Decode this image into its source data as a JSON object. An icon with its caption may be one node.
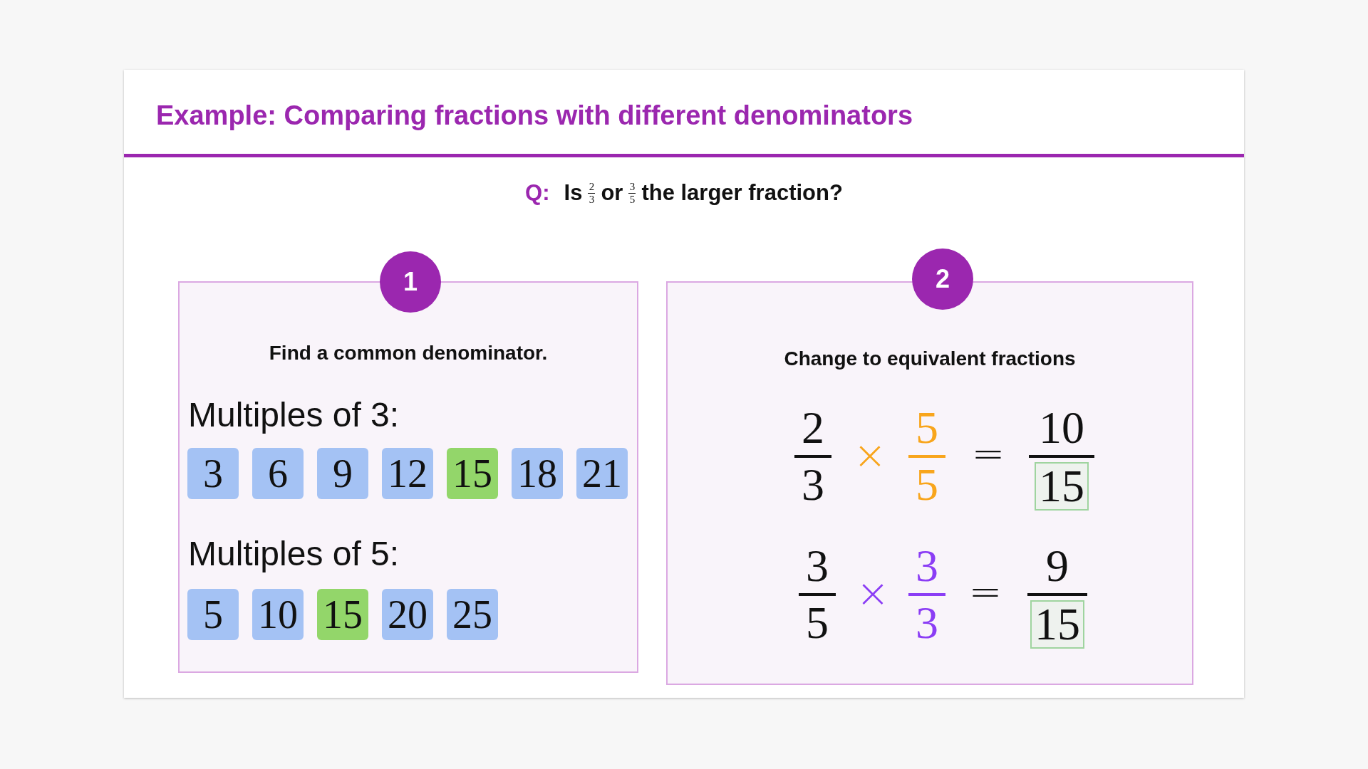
{
  "diagram": {
    "title": "Example: Comparing fractions with different denominators",
    "nodes": [
      {
        "text": [
          "Find a common denominator.",
          "Multiples of 3:",
          "Multiples of 5:"
        ]
      },
      {
        "text": [
          "1"
        ]
      },
      {
        "text": [
          "3"
        ],
        "in": 0
      },
      {
        "text": [
          "6"
        ],
        "in": 0
      },
      {
        "text": [
          "9"
        ],
        "in": 0
      },
      {
        "text": [
          "12"
        ],
        "in": 0
      },
      {
        "text": [
          "15"
        ],
        "in": 0
      },
      {
        "text": [
          "18"
        ],
        "in": 0
      },
      {
        "text": [
          "21"
        ],
        "in": 0
      },
      {
        "text": [
          "5"
        ],
        "in": 0
      },
      {
        "text": [
          "10"
        ],
        "in": 0
      },
      {
        "text": [
          "15"
        ],
        "in": 0
      },
      {
        "text": [
          "20"
        ],
        "in": 0
      },
      {
        "text": [
          "25"
        ],
        "in": 0
      },
      {
        "text": [
          "Change to equivalent fractions"
        ]
      },
      {
        "text": [
          "2"
        ]
      },
      {
        "text": [
          "15"
        ],
        "in": 14
      },
      {
        "text": [
          "15"
        ],
        "in": 14
      }
    ],
    "labels": [
      "Q:",
      "Is",
      "2",
      "3",
      "or",
      "3",
      "5",
      "the larger fraction?",
      "2",
      "3",
      "×",
      "5",
      "5",
      "=",
      "10",
      "3",
      "5",
      "×",
      "3",
      "3",
      "=",
      "9"
    ]
  }
}
